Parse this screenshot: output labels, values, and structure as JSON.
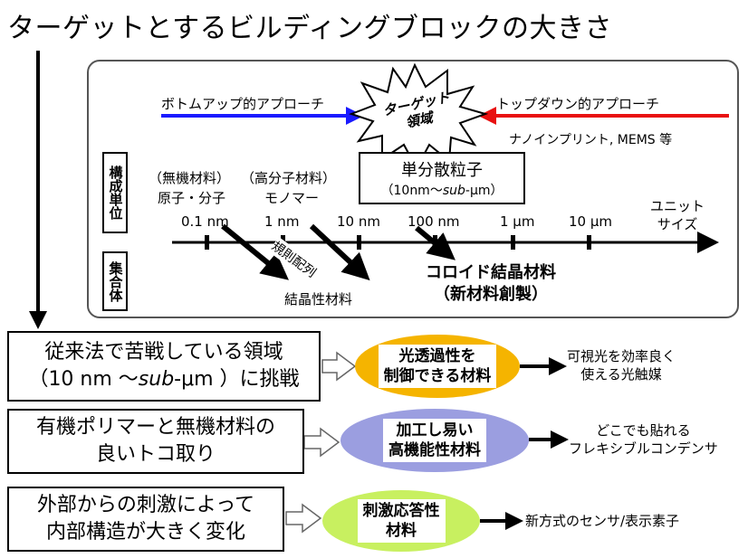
{
  "title": "ターゲットとするビルディングブロックの大きさ",
  "approach": {
    "bottom_up": "ボトムアップ的アプローチ",
    "top_down": "トップダウン的アプローチ",
    "top_down_examples": "ナノインプリント, MEMS 等",
    "target_line1": "ターゲット",
    "target_line2": "領域"
  },
  "labels": {
    "unit": "構成単位",
    "assembly": "集合体"
  },
  "materials": {
    "inorganic": "（無機材料）",
    "atoms": "原子・分子",
    "polymer": "（高分子材料）",
    "monomer": "モノマー"
  },
  "monodisperse": {
    "title": "単分散粒子",
    "range_prefix": "（10nm〜",
    "range_sub": "sub",
    "range_suffix": "-μm）"
  },
  "scale": {
    "ticks": [
      "0.1 nm",
      "1 nm",
      "10 nm",
      "100 nm",
      "1 μm",
      "10 μm"
    ],
    "unit_size_line1": "ユニット",
    "unit_size_line2": "サイズ"
  },
  "assembly": {
    "regular": "規則配列",
    "crystalline": "結晶性材料",
    "colloid_line1": "コロイド結晶材料",
    "colloid_line2": "（新材料創製）"
  },
  "rows": [
    {
      "left_line1": "従来法で苦戦している領域",
      "left_line2_prefix": "（10 nm 〜",
      "left_line2_sub": "sub",
      "left_line2_suffix": "-μm ）に挑戦",
      "middle_line1": "光透過性を",
      "middle_line2": "制御できる材料",
      "result_line1": "可視光を効率良く",
      "result_line2": "使える光触媒"
    },
    {
      "left_line1": "有機ポリマーと無機材料の",
      "left_line2": "良いトコ取り",
      "middle_line1": "加工し易い",
      "middle_line2": "高機能性材料",
      "result_line1": "どこでも貼れる",
      "result_line2": "フレキシブルコンデンサ"
    },
    {
      "left_line1": "外部からの刺激によって",
      "left_line2": "内部構造が大きく変化",
      "middle_line1": "刺激応答性",
      "middle_line2": "材料",
      "result_line1": "新方式のセンサ/表示素子"
    }
  ],
  "colors": {
    "bottom_up_arrow": "#1a1aff",
    "top_down_arrow": "#e81010",
    "row1_ellipse": "#f5b400",
    "row2_ellipse": "#9b9ee0",
    "row3_ellipse": "#c8f060"
  }
}
